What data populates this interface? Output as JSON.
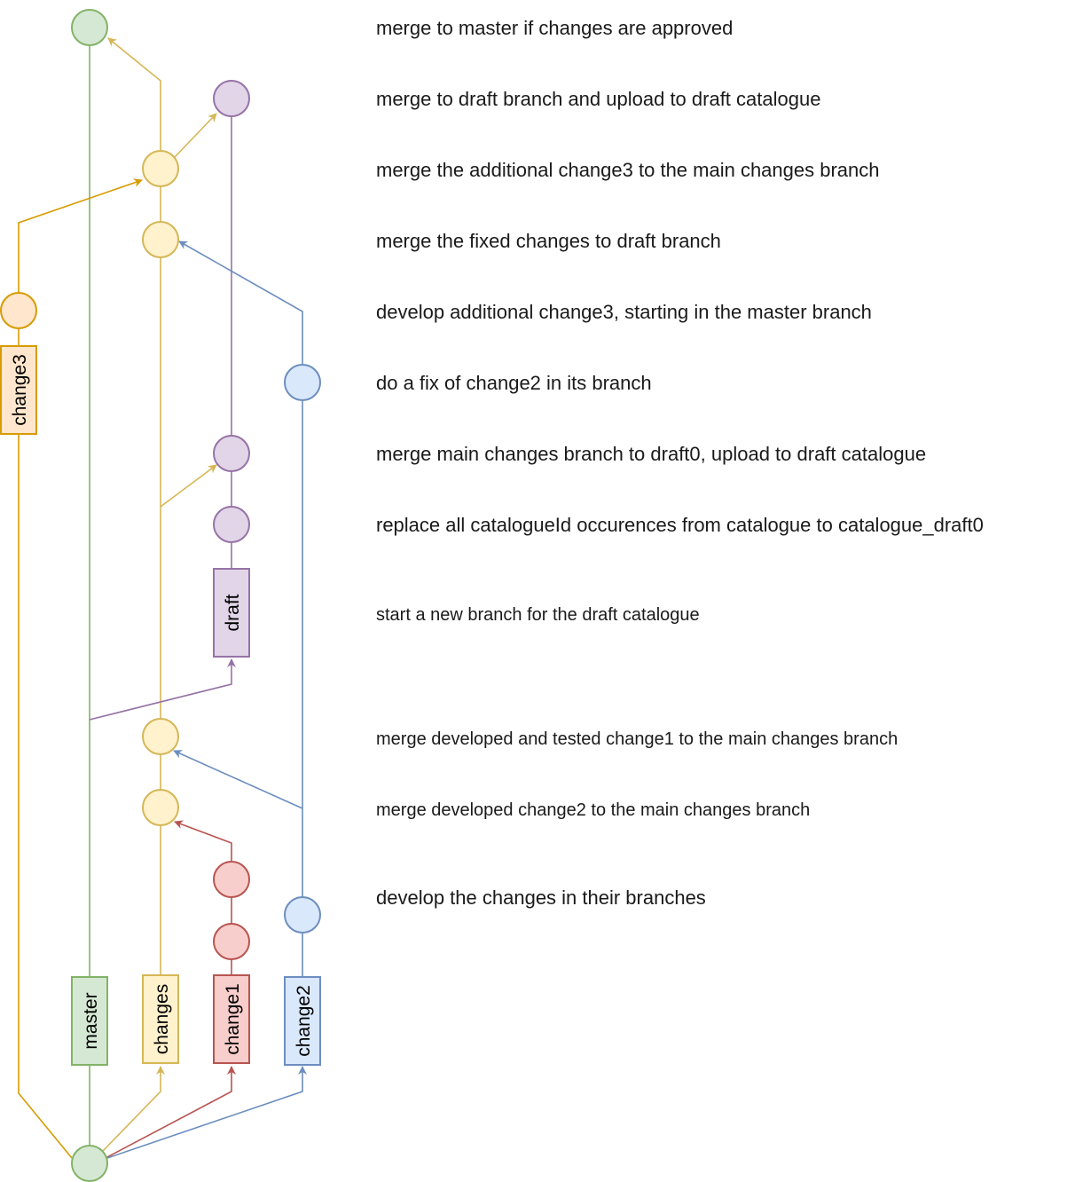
{
  "branches": {
    "master": {
      "label": "master",
      "fill": "#d5e8d4",
      "stroke": "#82b366"
    },
    "changes": {
      "label": "changes",
      "fill": "#fff2cc",
      "stroke": "#d6b656"
    },
    "change1": {
      "label": "change1",
      "fill": "#f8cecc",
      "stroke": "#b85450"
    },
    "change2": {
      "label": "change2",
      "fill": "#dae8fc",
      "stroke": "#6c8ebf"
    },
    "draft": {
      "label": "draft",
      "fill": "#e1d5e7",
      "stroke": "#9673a6"
    },
    "change3": {
      "label": "change3",
      "fill": "#ffe6cc",
      "stroke": "#d79b00"
    }
  },
  "steps": [
    "merge to master if changes are approved",
    "merge to draft branch and upload to draft catalogue",
    "merge the additional change3 to the main changes branch",
    "merge the fixed changes to draft branch",
    "develop additional change3, starting in the master branch",
    "do a fix of change2 in its branch",
    "merge main changes branch to draft0, upload to draft catalogue",
    "replace all catalogueId occurences from catalogue to catalogue_draft0",
    "start a new branch for the draft catalogue",
    "merge developed and tested change1 to the main changes branch",
    "merge developed change2 to the main changes branch",
    "develop the changes in their branches"
  ]
}
